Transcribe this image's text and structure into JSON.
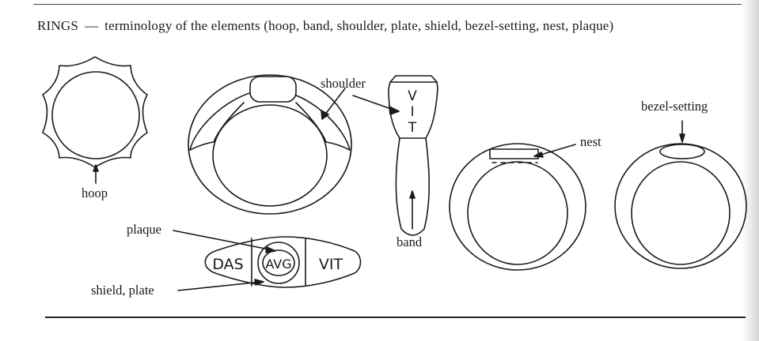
{
  "title": {
    "heading": "RINGS",
    "separator": "—",
    "text": "terminology of the elements (hoop, band, shoulder, plate, shield, bezel-setting, nest, plaque)"
  },
  "labels": {
    "hoop": "hoop",
    "shoulder": "shoulder",
    "band": "band",
    "nest": "nest",
    "bezel_setting": "bezel-setting",
    "plaque": "plaque",
    "shield_plate": "shield, plate"
  },
  "engraving": {
    "left": "DAS",
    "center": "AVG",
    "right": "VIT",
    "vertical": [
      "V",
      "I",
      "T"
    ]
  },
  "colors": {
    "ink": "#1a1a1a",
    "paper": "#ffffff"
  }
}
